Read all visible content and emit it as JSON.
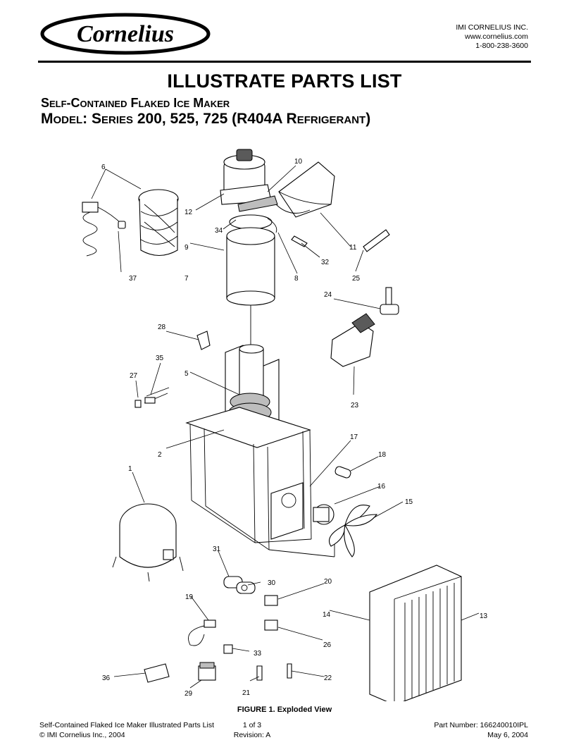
{
  "logo_text": "Cornelius",
  "company": {
    "name": "IMI CORNELIUS INC.",
    "website": "www.cornelius.com",
    "phone": "1-800-238-3600"
  },
  "title": "ILLUSTRATE PARTS LIST",
  "subtitle": "Self-Contained Flaked Ice Maker",
  "model_line": "Model: Series 200, 525, 725 (R404A Refrigerant)",
  "callouts": [
    "6",
    "10",
    "12",
    "34",
    "9",
    "7",
    "8",
    "32",
    "11",
    "37",
    "25",
    "24",
    "28",
    "35",
    "27",
    "5",
    "23",
    "2",
    "17",
    "18",
    "1",
    "16",
    "15",
    "31",
    "30",
    "20",
    "19",
    "14",
    "13",
    "26",
    "33",
    "36",
    "22",
    "21",
    "29"
  ],
  "caption": "FIGURE 1. Exploded View",
  "footer": {
    "doc_title": "Self-Contained Flaked Ice Maker Illustrated Parts List",
    "page": "1 of 3",
    "copyright": "© IMI Cornelius Inc., 2004",
    "revision": "Revision: A",
    "part_number": "Part Number: 166240010IPL",
    "date": "May 6, 2004"
  }
}
